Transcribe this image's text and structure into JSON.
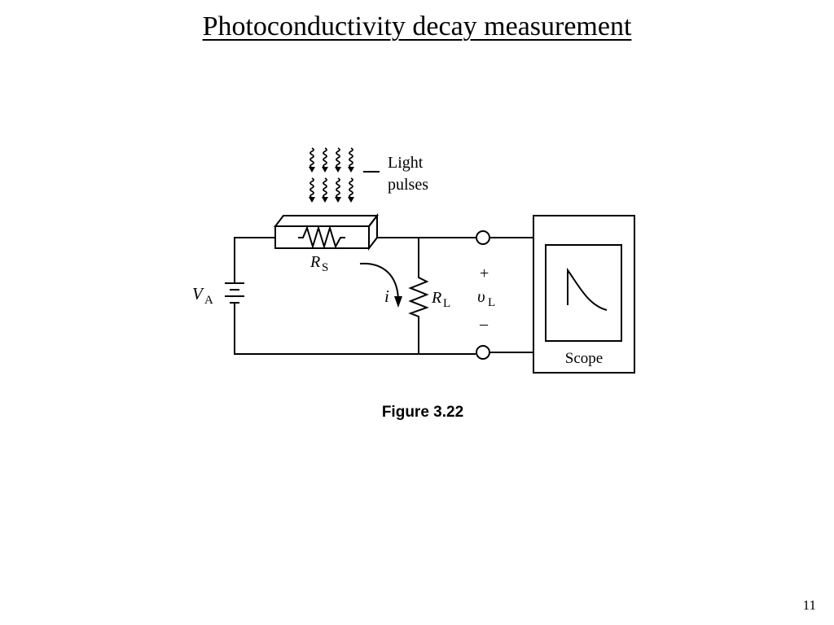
{
  "slide": {
    "title": "Photoconductivity decay measurement",
    "page_number": "11"
  },
  "diagram": {
    "light_label_line1": "Light",
    "light_label_line2": "pulses",
    "sample_resistor_letter": "R",
    "sample_resistor_sub": "S",
    "source_letter": "V",
    "source_sub": "A",
    "current_label": "i",
    "load_resistor_letter": "R",
    "load_resistor_sub": "L",
    "plus_sign": "+",
    "voltage_letter": "υ",
    "voltage_sub": "L",
    "minus_sign": "–",
    "scope_label": "Scope",
    "figure_caption": "Figure 3.22",
    "ink_color": "#000000"
  }
}
